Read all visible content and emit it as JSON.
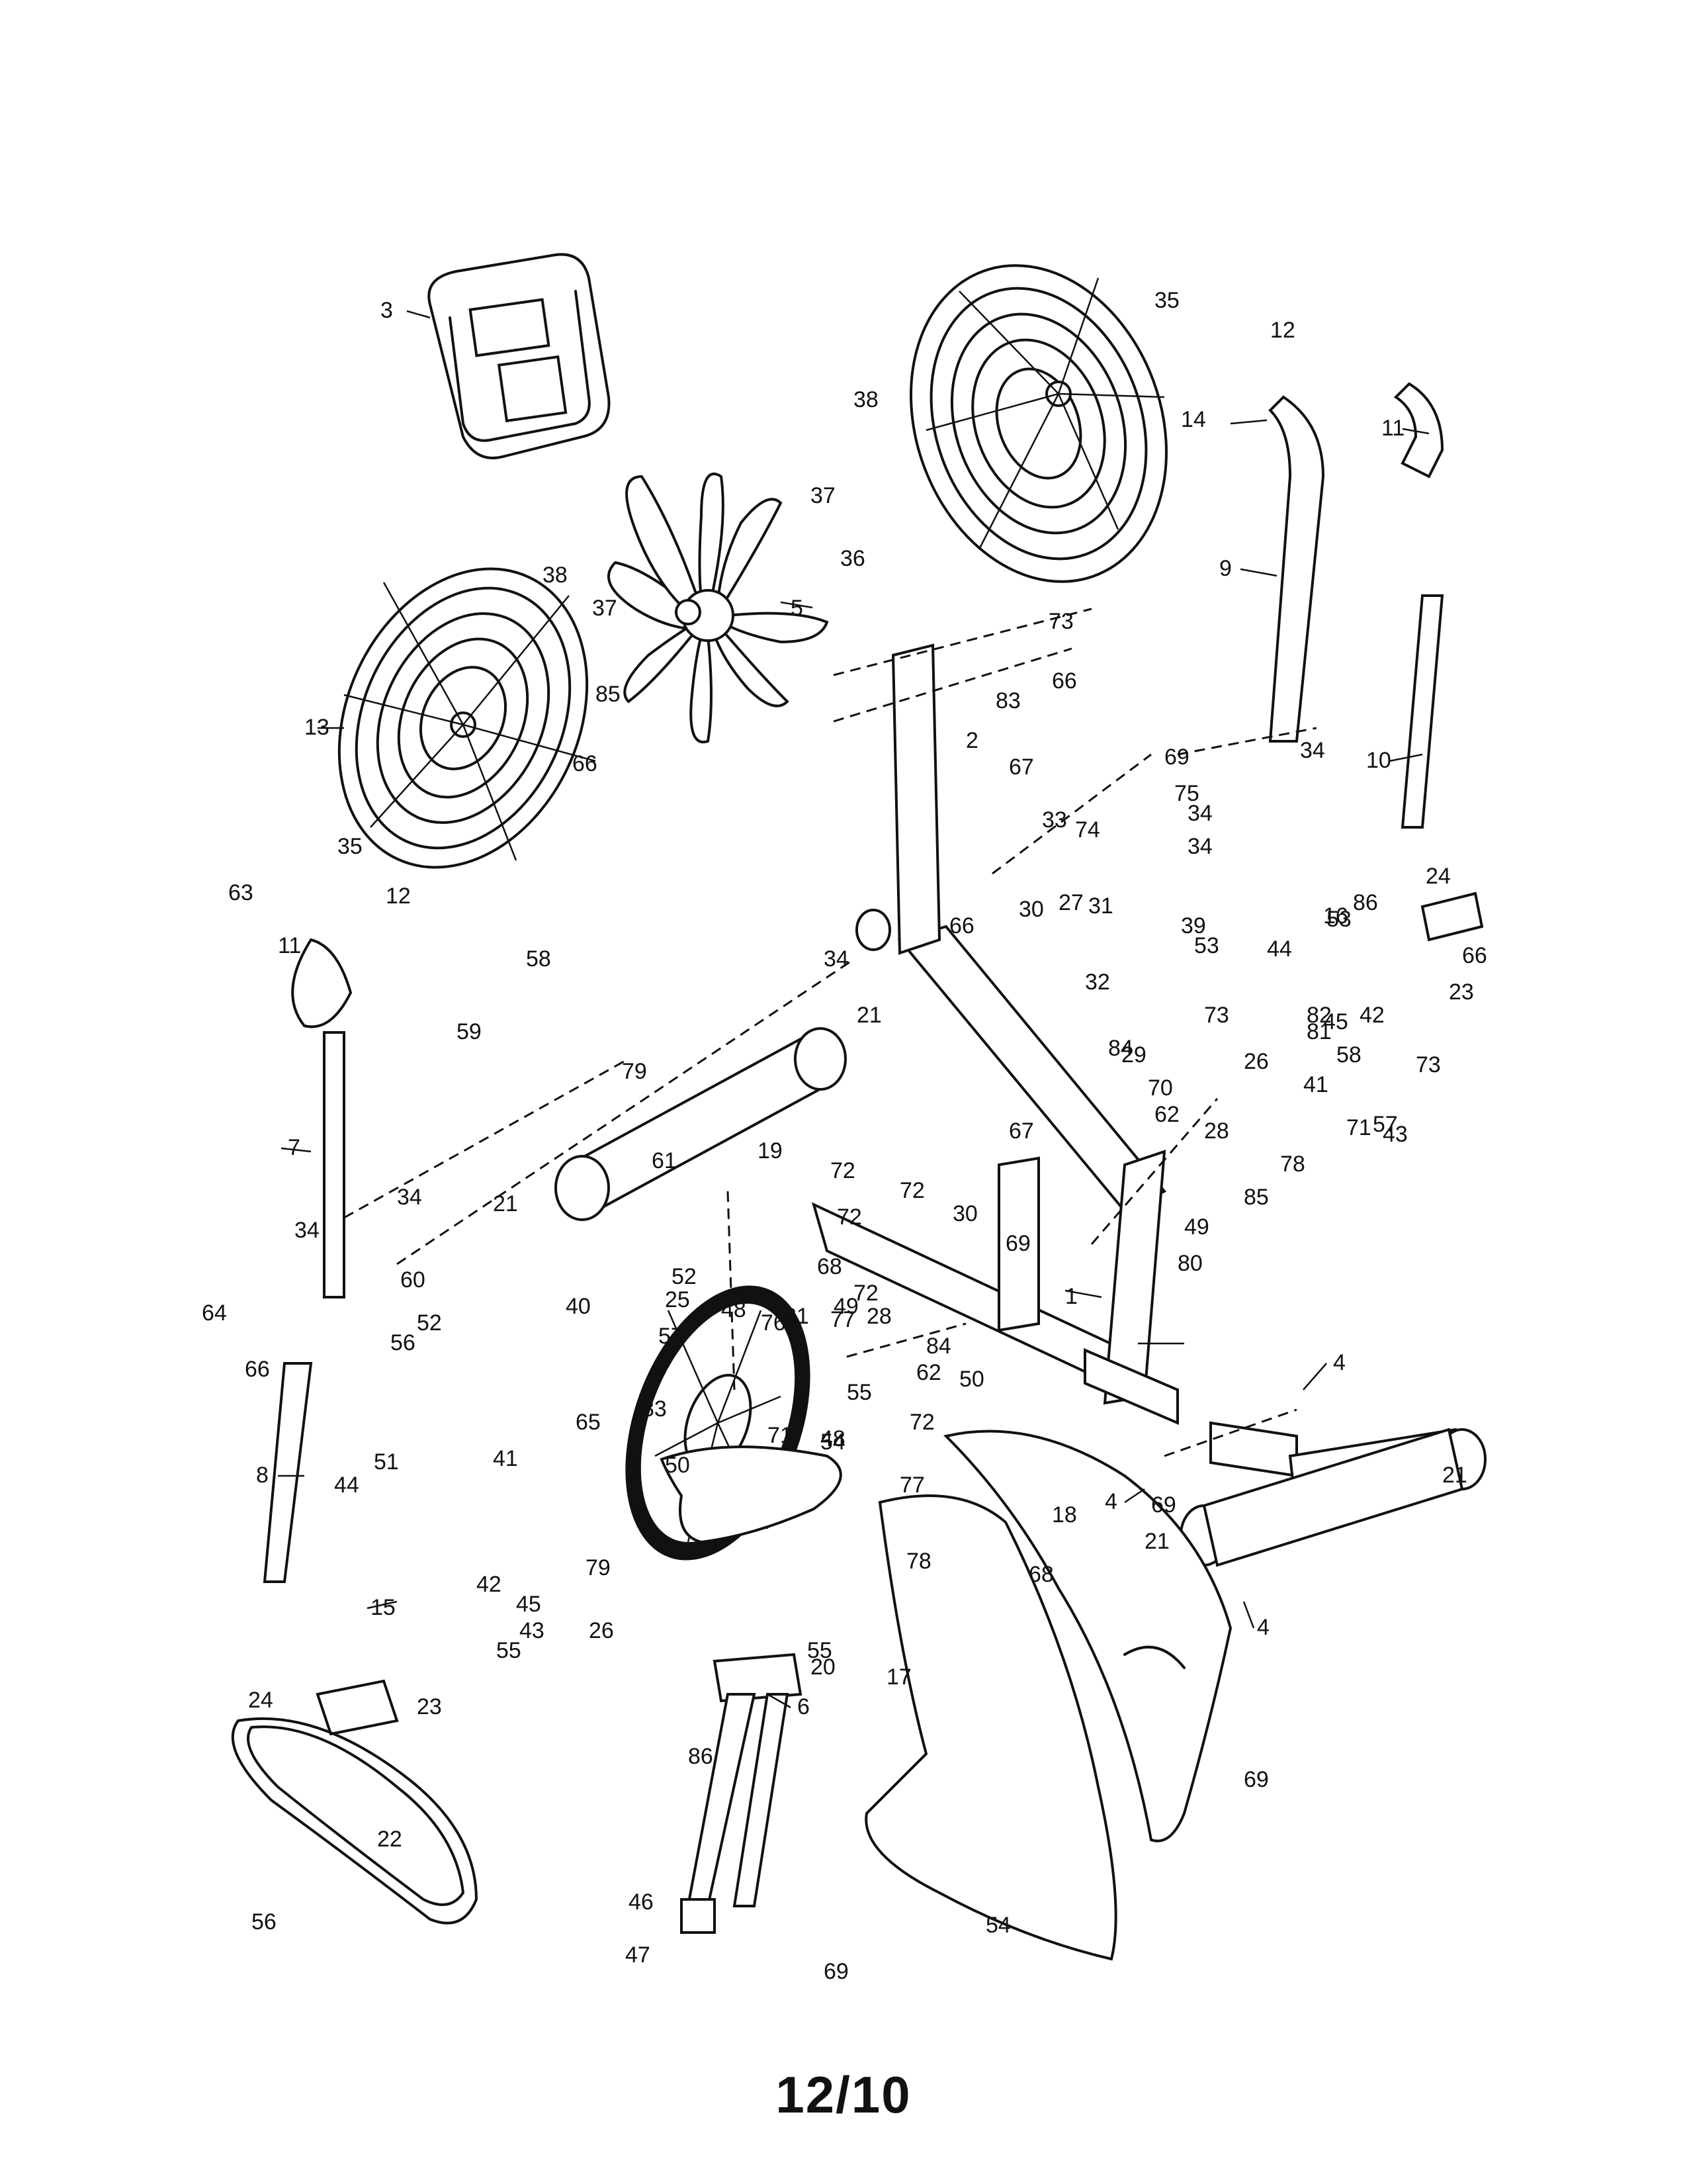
{
  "page_label": "12/10",
  "callouts": [
    "1",
    "2",
    "3",
    "4",
    "4",
    "4",
    "5",
    "6",
    "7",
    "8",
    "9",
    "10",
    "11",
    "11",
    "12",
    "12",
    "13",
    "14",
    "15",
    "16",
    "17",
    "18",
    "19",
    "20",
    "21",
    "21",
    "21",
    "21",
    "22",
    "23",
    "23",
    "24",
    "24",
    "25",
    "26",
    "26",
    "27",
    "28",
    "28",
    "29",
    "30",
    "30",
    "31",
    "32",
    "33",
    "34",
    "34",
    "34",
    "34",
    "34",
    "34",
    "35",
    "35",
    "36",
    "37",
    "37",
    "38",
    "38",
    "39",
    "40",
    "41",
    "41",
    "42",
    "42",
    "43",
    "43",
    "44",
    "44",
    "45",
    "45",
    "46",
    "47",
    "48",
    "48",
    "49",
    "49",
    "50",
    "50",
    "51",
    "52",
    "52",
    "53",
    "53",
    "54",
    "54",
    "55",
    "55",
    "55",
    "56",
    "56",
    "57",
    "57",
    "58",
    "58",
    "59",
    "60",
    "61",
    "62",
    "62",
    "63",
    "64",
    "65",
    "66",
    "66",
    "66",
    "66",
    "66",
    "67",
    "67",
    "68",
    "68",
    "69",
    "69",
    "69",
    "69",
    "69",
    "70",
    "71",
    "71",
    "72",
    "72",
    "72",
    "72",
    "72",
    "73",
    "73",
    "73",
    "74",
    "75",
    "76",
    "77",
    "77",
    "78",
    "78",
    "79",
    "79",
    "80",
    "81",
    "81",
    "82",
    "83",
    "83",
    "84",
    "84",
    "85",
    "85",
    "86",
    "86"
  ]
}
